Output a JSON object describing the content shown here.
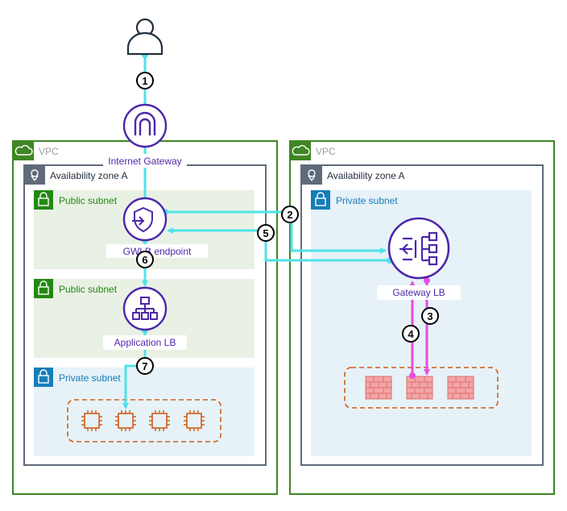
{
  "left": {
    "vpc_label": "VPC",
    "az_label": "Availability zone A",
    "public_subnet_1_label": "Public subnet",
    "public_subnet_2_label": "Public subnet",
    "private_subnet_label": "Private subnet",
    "internet_gateway_label": "Internet Gateway",
    "gwlb_endpoint_label": "GWLB endpoint",
    "application_lb_label": "Application LB"
  },
  "right": {
    "vpc_label": "VPC",
    "az_label": "Availability zone A",
    "private_subnet_label": "Private subnet",
    "gateway_lb_label": "Gateway LB"
  },
  "steps": [
    "1",
    "2",
    "3",
    "4",
    "5",
    "6",
    "7"
  ],
  "colors": {
    "vpc_border": "#3f8624",
    "public_subnet_fill": "#e9f1e5",
    "private_subnet_fill": "#e6f2f8",
    "service_purple": "#4d27aa",
    "flow_cyan": "#4fe3e8",
    "flow_magenta": "#e64de6",
    "appliance_orange": "#d05c17",
    "firewall_red": "#e07070"
  },
  "icons": [
    "user-icon",
    "internet-gateway-icon",
    "gwlb-endpoint-icon",
    "application-lb-icon",
    "gateway-lb-icon",
    "ec2-instance-icon",
    "firewall-icon",
    "vpc-cloud-icon",
    "az-pin-icon",
    "subnet-lock-icon"
  ]
}
